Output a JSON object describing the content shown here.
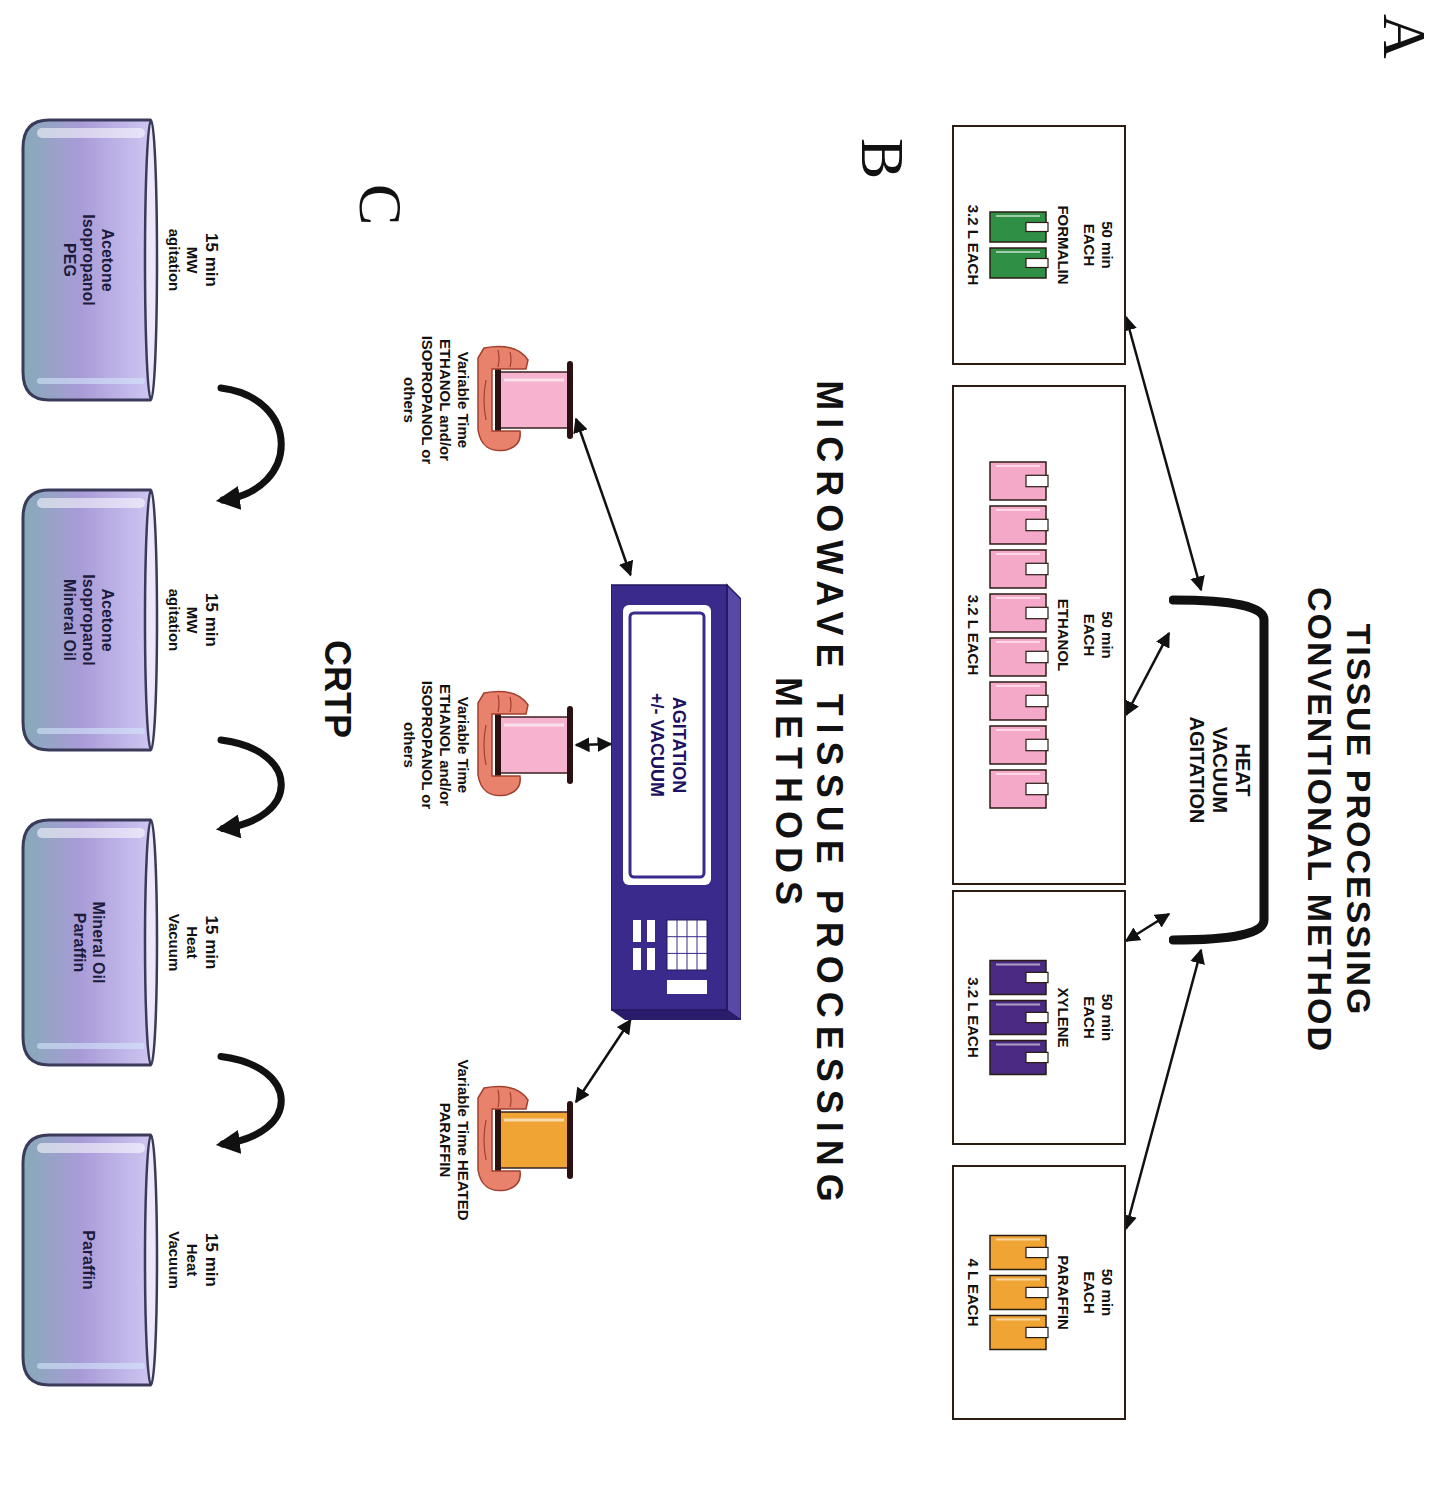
{
  "diagram": {
    "title": "TISSUE PROCESSING CONVENTIONAL METHOD",
    "nodes": [
      {
        "text": [
          "HEAT VACUUM AGITATION"
        ]
      },
      {
        "text": [
          "50 min EACH",
          "FORMALIN",
          "3.2 L EACH"
        ]
      },
      {
        "text": [
          "50 min EACH",
          "ETHANOL",
          "3.2 L EACH"
        ]
      },
      {
        "text": [
          "50 min EACH",
          "XYLENE",
          "3.2 L EACH"
        ]
      },
      {
        "text": [
          "50 min EACH",
          "PARAFFIN",
          "4 L EACH"
        ]
      },
      {
        "text": [
          "AGITATION +/- VACUUM"
        ]
      },
      {
        "text": [
          "Variable Time ETHANOL and/or ISOPROPANOL or others"
        ]
      },
      {
        "text": [
          "Variable Time ETHANOL and/or ISOPROPANOL or others"
        ]
      },
      {
        "text": [
          "Variable Time HEATED PARAFFIN"
        ]
      },
      {
        "text": [
          "15 min",
          "MW agitation",
          "Acetone Isopropanol PEG"
        ]
      },
      {
        "text": [
          "15 min",
          "MW agitation",
          "Acetone Isopropanol Mineral Oil"
        ]
      },
      {
        "text": [
          "15 min",
          "Heat Vacuum",
          "Mineral Oil Paraffin"
        ]
      },
      {
        "text": [
          "15 min",
          "Heat Vacuum",
          "Paraffin"
        ]
      }
    ],
    "edges": [
      {
        "from": 0,
        "to": 1,
        "arrow": "both"
      },
      {
        "from": 0,
        "to": 2,
        "arrow": "both"
      },
      {
        "from": 0,
        "to": 3,
        "arrow": "both"
      },
      {
        "from": 0,
        "to": 4,
        "arrow": "both"
      },
      {
        "from": 5,
        "to": 6,
        "arrow": "both"
      },
      {
        "from": 5,
        "to": 7,
        "arrow": "both"
      },
      {
        "from": 5,
        "to": 8,
        "arrow": "both"
      },
      {
        "from": 9,
        "to": 10,
        "arrow": "to"
      },
      {
        "from": 10,
        "to": 11,
        "arrow": "to"
      },
      {
        "from": 11,
        "to": 12,
        "arrow": "to"
      }
    ],
    "labels": [
      "A",
      "B",
      "MICROWAVE TISSUE PROCESSING METHODS",
      "C",
      "CRTP"
    ]
  }
}
